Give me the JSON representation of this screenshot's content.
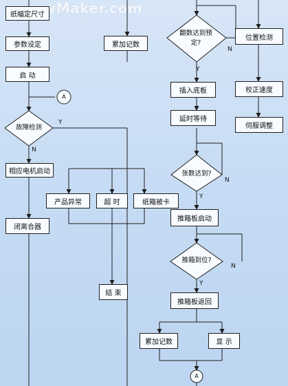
{
  "watermark": "newMaker.com",
  "boxes": {
    "zhifu": "纸幅定尺寸",
    "canshu": "参数设定",
    "qidong": "启 动",
    "xiangying": "相应电机启动",
    "bihe": "闭离合器",
    "chanpin": "产品异常",
    "chaoshi": "超 时",
    "zhixiang": "纸箱被卡",
    "jieshu": "结 束",
    "leijia_top": "累加记数",
    "charu": "插入底板",
    "yanshi": "延时等待",
    "tuixiang": "推箱板启动",
    "tuifanhui": "推箱板返回",
    "leijia_bottom": "累加记数",
    "xianshi": "显 示",
    "weizhi": "位置检测",
    "jiaozheng": "校正速度",
    "sifu": "伺服调整"
  },
  "diamonds": {
    "guzhang": "故障检测",
    "cishu_line1": "翻数达到预",
    "cishu_line2": "定?",
    "zhangshu": "张数达到?",
    "tuidao": "推箱到位?"
  },
  "branch_labels": {
    "Y": "Y",
    "N": "N"
  },
  "connector": "A"
}
